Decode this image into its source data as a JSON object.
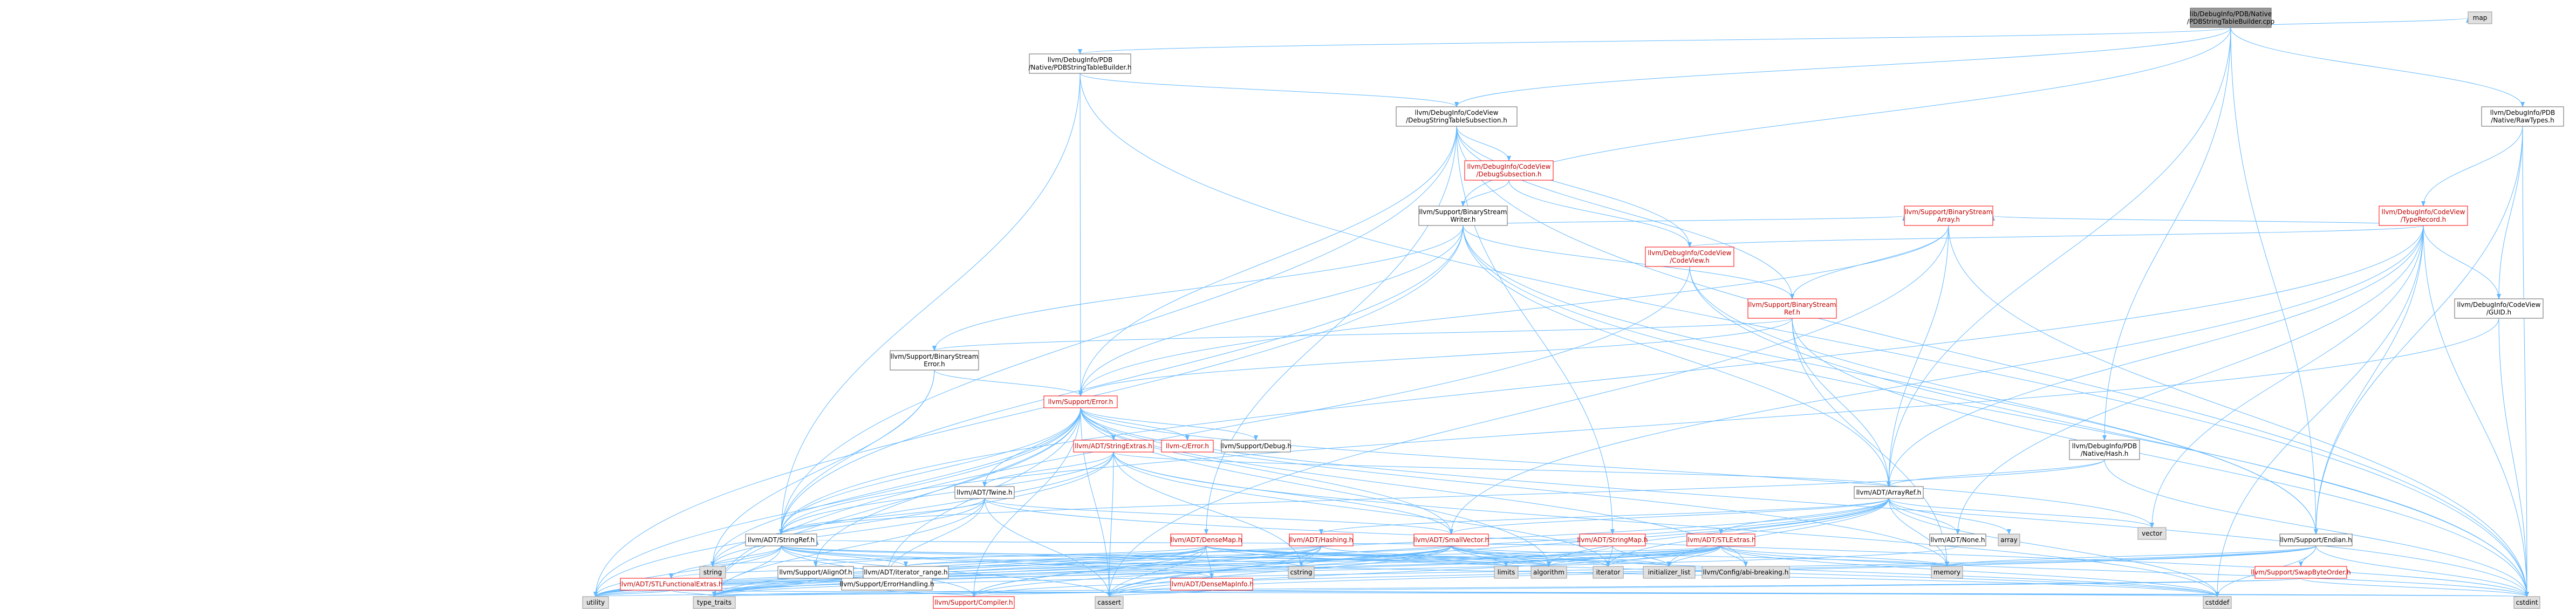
{
  "colors": {
    "node_fill": "#ffffff",
    "node_border": "#666666",
    "focus_fill": "#999999",
    "focus_border": "#666666",
    "external_fill": "#e0e0e0",
    "external_border": "#999999",
    "edge": "#63b8ff",
    "red_text": "#c00000",
    "red_border": "#ff0000"
  },
  "nodes": [
    {
      "id": "focus",
      "lines": [
        "lib/DebugInfo/PDB/Native",
        "/PDBStringTableBuilder.cpp"
      ],
      "kind": "focus"
    },
    {
      "id": "map",
      "lines": [
        "map"
      ],
      "kind": "ext"
    },
    {
      "id": "pdbstb",
      "lines": [
        "llvm/DebugInfo/PDB",
        "/Native/PDBStringTableBuilder.h"
      ],
      "kind": "normal"
    },
    {
      "id": "dss",
      "lines": [
        "llvm/DebugInfo/CodeView",
        "/DebugStringTableSubsection.h"
      ],
      "kind": "normal"
    },
    {
      "id": "rawtypes",
      "lines": [
        "llvm/DebugInfo/PDB",
        "/Native/RawTypes.h"
      ],
      "kind": "normal"
    },
    {
      "id": "debugsub",
      "lines": [
        "llvm/DebugInfo/CodeView",
        "/DebugSubsection.h"
      ],
      "kind": "red"
    },
    {
      "id": "typerecord",
      "lines": [
        "llvm/DebugInfo/CodeView",
        "/TypeRecord.h"
      ],
      "kind": "red"
    },
    {
      "id": "bsw",
      "lines": [
        "llvm/Support/BinaryStream",
        "Writer.h"
      ],
      "kind": "normal"
    },
    {
      "id": "bsarray",
      "lines": [
        "llvm/Support/BinaryStream",
        "Array.h"
      ],
      "kind": "red"
    },
    {
      "id": "codeview",
      "lines": [
        "llvm/DebugInfo/CodeView",
        "/CodeView.h"
      ],
      "kind": "red"
    },
    {
      "id": "bsref",
      "lines": [
        "llvm/Support/BinaryStream",
        "Ref.h"
      ],
      "kind": "red"
    },
    {
      "id": "guid",
      "lines": [
        "llvm/DebugInfo/CodeView",
        "/GUID.h"
      ],
      "kind": "normal"
    },
    {
      "id": "bserr",
      "lines": [
        "llvm/Support/BinaryStream",
        "Error.h"
      ],
      "kind": "normal"
    },
    {
      "id": "error",
      "lines": [
        "llvm/Support/Error.h"
      ],
      "kind": "red"
    },
    {
      "id": "pdbhash",
      "lines": [
        "llvm/DebugInfo/PDB",
        "/Native/Hash.h"
      ],
      "kind": "normal"
    },
    {
      "id": "stringextras",
      "lines": [
        "llvm/ADT/StringExtras.h"
      ],
      "kind": "red"
    },
    {
      "id": "cerror",
      "lines": [
        "llvm-c/Error.h"
      ],
      "kind": "red"
    },
    {
      "id": "debug",
      "lines": [
        "llvm/Support/Debug.h"
      ],
      "kind": "normal"
    },
    {
      "id": "arrayref",
      "lines": [
        "llvm/ADT/ArrayRef.h"
      ],
      "kind": "normal"
    },
    {
      "id": "twine",
      "lines": [
        "llvm/ADT/Twine.h"
      ],
      "kind": "normal"
    },
    {
      "id": "vector",
      "lines": [
        "vector"
      ],
      "kind": "ext"
    },
    {
      "id": "stringref",
      "lines": [
        "llvm/ADT/StringRef.h"
      ],
      "kind": "normal"
    },
    {
      "id": "densemap",
      "lines": [
        "llvm/ADT/DenseMap.h"
      ],
      "kind": "red"
    },
    {
      "id": "hashing",
      "lines": [
        "llvm/ADT/Hashing.h"
      ],
      "kind": "red"
    },
    {
      "id": "smallvector",
      "lines": [
        "llvm/ADT/SmallVector.h"
      ],
      "kind": "red"
    },
    {
      "id": "stringmap",
      "lines": [
        "llvm/ADT/StringMap.h"
      ],
      "kind": "red"
    },
    {
      "id": "stlextras",
      "lines": [
        "llvm/ADT/STLExtras.h"
      ],
      "kind": "red"
    },
    {
      "id": "none",
      "lines": [
        "llvm/ADT/None.h"
      ],
      "kind": "normal"
    },
    {
      "id": "array",
      "lines": [
        "array"
      ],
      "kind": "ext"
    },
    {
      "id": "endian",
      "lines": [
        "llvm/Support/Endian.h"
      ],
      "kind": "normal"
    },
    {
      "id": "string",
      "lines": [
        "string"
      ],
      "kind": "ext"
    },
    {
      "id": "alignof",
      "lines": [
        "llvm/Support/AlignOf.h"
      ],
      "kind": "normal"
    },
    {
      "id": "iterrange",
      "lines": [
        "llvm/ADT/iterator_range.h"
      ],
      "kind": "normal"
    },
    {
      "id": "stlfunc",
      "lines": [
        "llvm/ADT/STLFunctionalExtras.h"
      ],
      "kind": "red"
    },
    {
      "id": "densemapinfo",
      "lines": [
        "llvm/ADT/DenseMapInfo.h"
      ],
      "kind": "red"
    },
    {
      "id": "errhandling",
      "lines": [
        "llvm/Support/ErrorHandling.h"
      ],
      "kind": "normal"
    },
    {
      "id": "cstring",
      "lines": [
        "cstring"
      ],
      "kind": "ext"
    },
    {
      "id": "climits",
      "lines": [
        "limits"
      ],
      "kind": "ext"
    },
    {
      "id": "algorithm",
      "lines": [
        "algorithm"
      ],
      "kind": "ext"
    },
    {
      "id": "iterator",
      "lines": [
        "iterator"
      ],
      "kind": "ext"
    },
    {
      "id": "initlist",
      "lines": [
        "initializer_list"
      ],
      "kind": "ext"
    },
    {
      "id": "configbreak",
      "lines": [
        "llvm/Config/abi-breaking.h"
      ],
      "kind": "ext"
    },
    {
      "id": "memory",
      "lines": [
        "memory"
      ],
      "kind": "ext"
    },
    {
      "id": "swapbyte",
      "lines": [
        "llvm/Support/SwapByteOrder.h"
      ],
      "kind": "red"
    },
    {
      "id": "utility",
      "lines": [
        "utility"
      ],
      "kind": "ext"
    },
    {
      "id": "typetraits",
      "lines": [
        "type_traits"
      ],
      "kind": "ext"
    },
    {
      "id": "compiler",
      "lines": [
        "llvm/Support/Compiler.h"
      ],
      "kind": "red"
    },
    {
      "id": "cassert",
      "lines": [
        "cassert"
      ],
      "kind": "ext"
    },
    {
      "id": "cstddef",
      "lines": [
        "cstddef"
      ],
      "kind": "ext"
    },
    {
      "id": "cstdint",
      "lines": [
        "cstdint"
      ],
      "kind": "ext"
    }
  ]
}
